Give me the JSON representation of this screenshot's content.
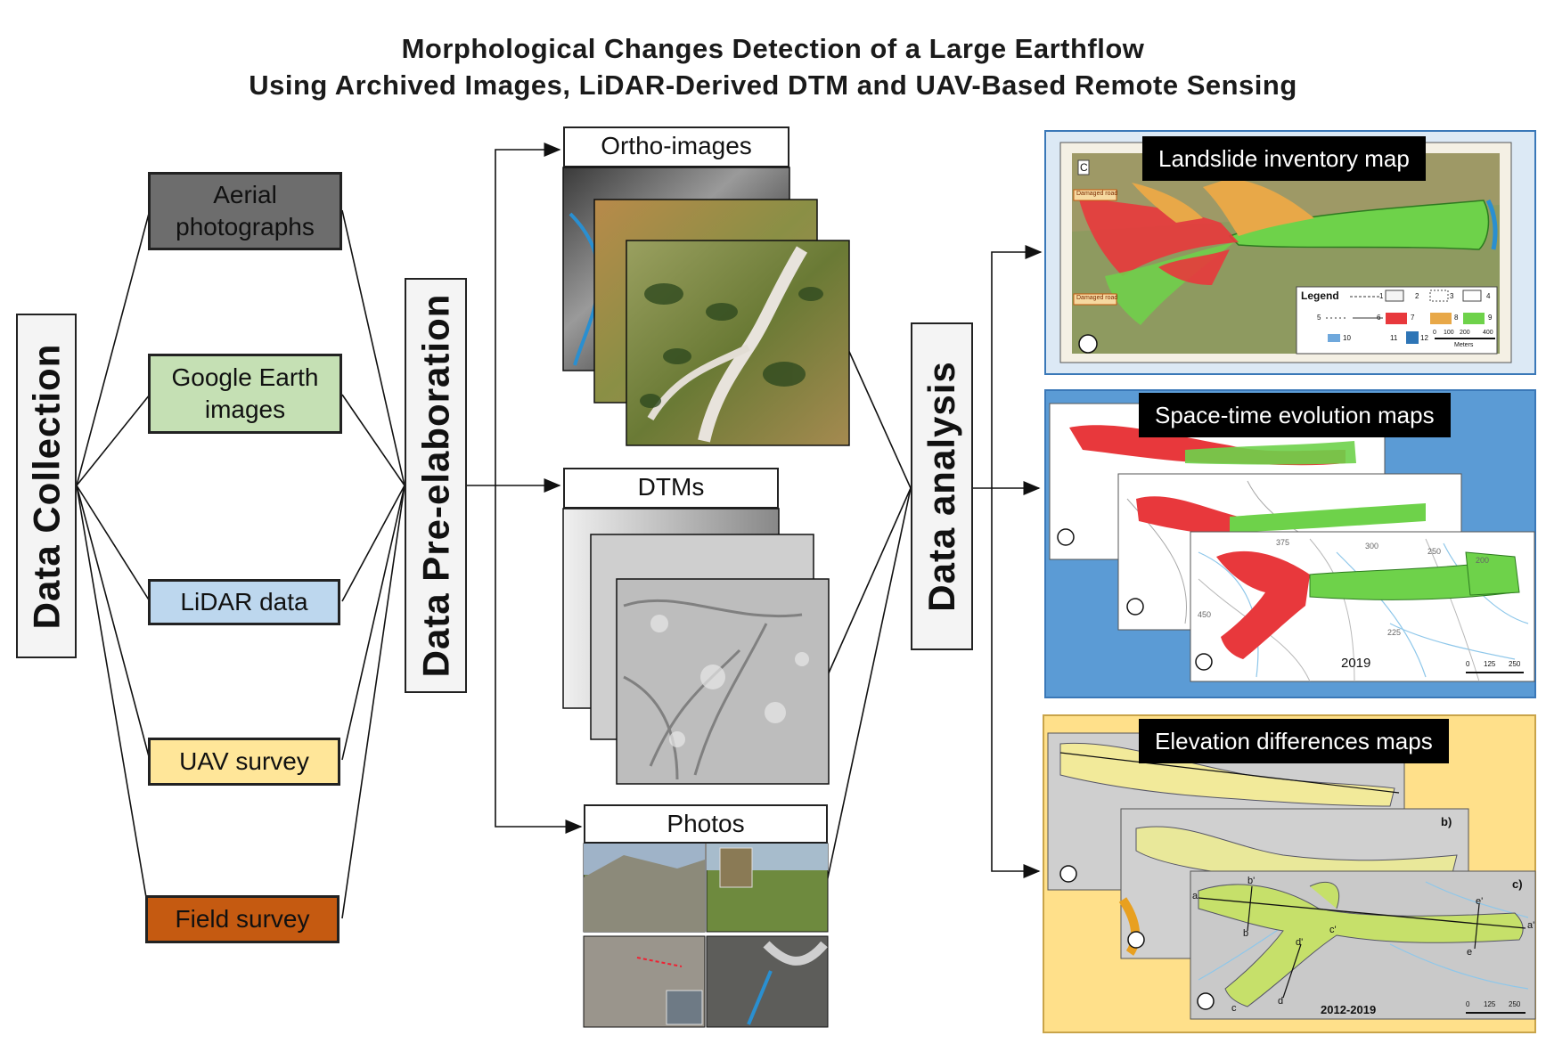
{
  "title": {
    "line1": "Morphological  Changes Detection  of  a  Large  Earthflow",
    "line2": "Using  Archived  Images,  LiDAR-Derived  DTM  and  UAV-Based  Remote  Sensing"
  },
  "stages": {
    "collection": "Data Collection",
    "preelaboration": "Data Pre-elaboration",
    "analysis": "Data analysis"
  },
  "sources": [
    {
      "label": "Aerial photographs",
      "color": "#6d6d6d"
    },
    {
      "label": "Google Earth images",
      "color": "#c5e0b4"
    },
    {
      "label": "LiDAR data",
      "color": "#bdd7ee"
    },
    {
      "label": "UAV survey",
      "color": "#ffe699"
    },
    {
      "label": "Field survey",
      "color": "#c55a11"
    }
  ],
  "products": {
    "ortho": "Ortho-images",
    "dtm": "DTMs",
    "photos": "Photos"
  },
  "outputs": {
    "inventory": {
      "title": "Landslide inventory map",
      "label_c": "C",
      "road1": "Damaged road",
      "road2": "Damaged road",
      "legend_title": "Legend",
      "legend_items": [
        "1",
        "2",
        "3",
        "4",
        "5",
        "6",
        "7",
        "8",
        "9",
        "10",
        "11",
        "12"
      ],
      "scale": [
        "0",
        "100",
        "200",
        "400"
      ],
      "scale_unit": "Meters",
      "colors": {
        "red": "#e8383c",
        "orange": "#e8a848",
        "green": "#6ed24a"
      }
    },
    "spacetime": {
      "title": "Space-time evolution maps",
      "year": "2019",
      "contours": [
        "375",
        "300",
        "250",
        "200",
        "450",
        "225"
      ],
      "scale": [
        "0",
        "125",
        "250"
      ]
    },
    "elevation": {
      "title": "Elevation differences maps",
      "years": "2012-2019",
      "panel_b": "b)",
      "panel_c": "c)",
      "section_labels": [
        "a",
        "a'",
        "b",
        "b'",
        "c",
        "c'",
        "d",
        "d'",
        "e",
        "e'"
      ],
      "scale": [
        "0",
        "125",
        "250"
      ]
    }
  },
  "colors": {
    "panel1_bg": "#dce9f5",
    "panel2_bg": "#5b9bd5",
    "panel3_bg": "#ffe08a"
  }
}
